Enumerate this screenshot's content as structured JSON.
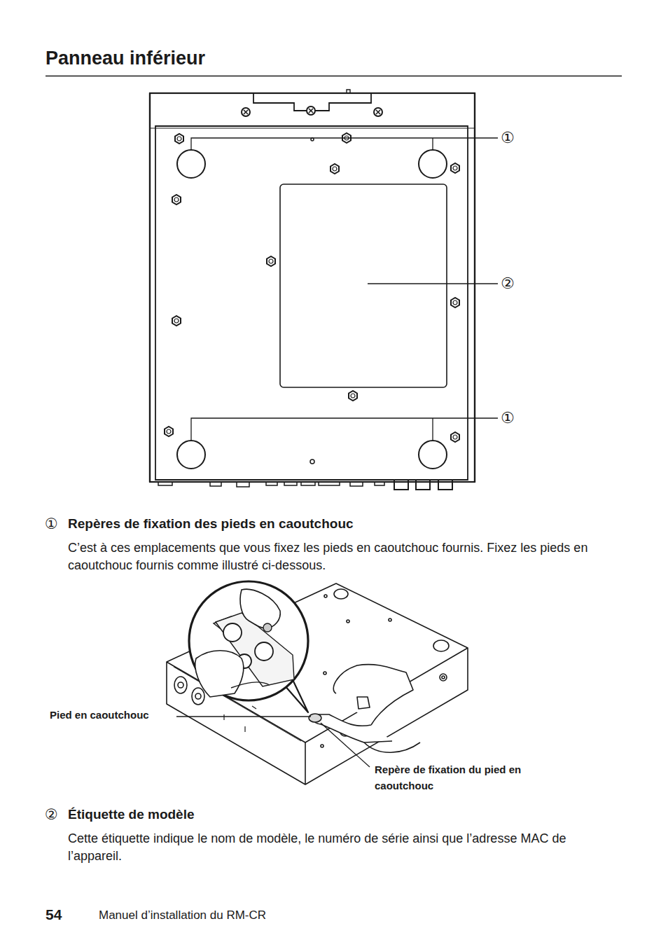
{
  "diagram": {
    "title": "Panneau inférieur",
    "labels": [
      "①",
      "②",
      "①",
      "①",
      "Repères de fixation des pieds en caoutchouc",
      "C’est à ces emplacements que vous fixez les pieds en caoutchouc fournis. Fixez les pieds en caoutchouc fournis comme illustré ci-dessous.",
      "Pied en caoutchouc",
      "Repère de fixation du pied en caoutchouc",
      "②",
      "Étiquette de modèle",
      "Cette étiquette indique le nom de modèle, le numéro de série ainsi que l’adresse MAC de l’appareil.",
      "54",
      "Manuel d’installation du RM-CR"
    ]
  }
}
